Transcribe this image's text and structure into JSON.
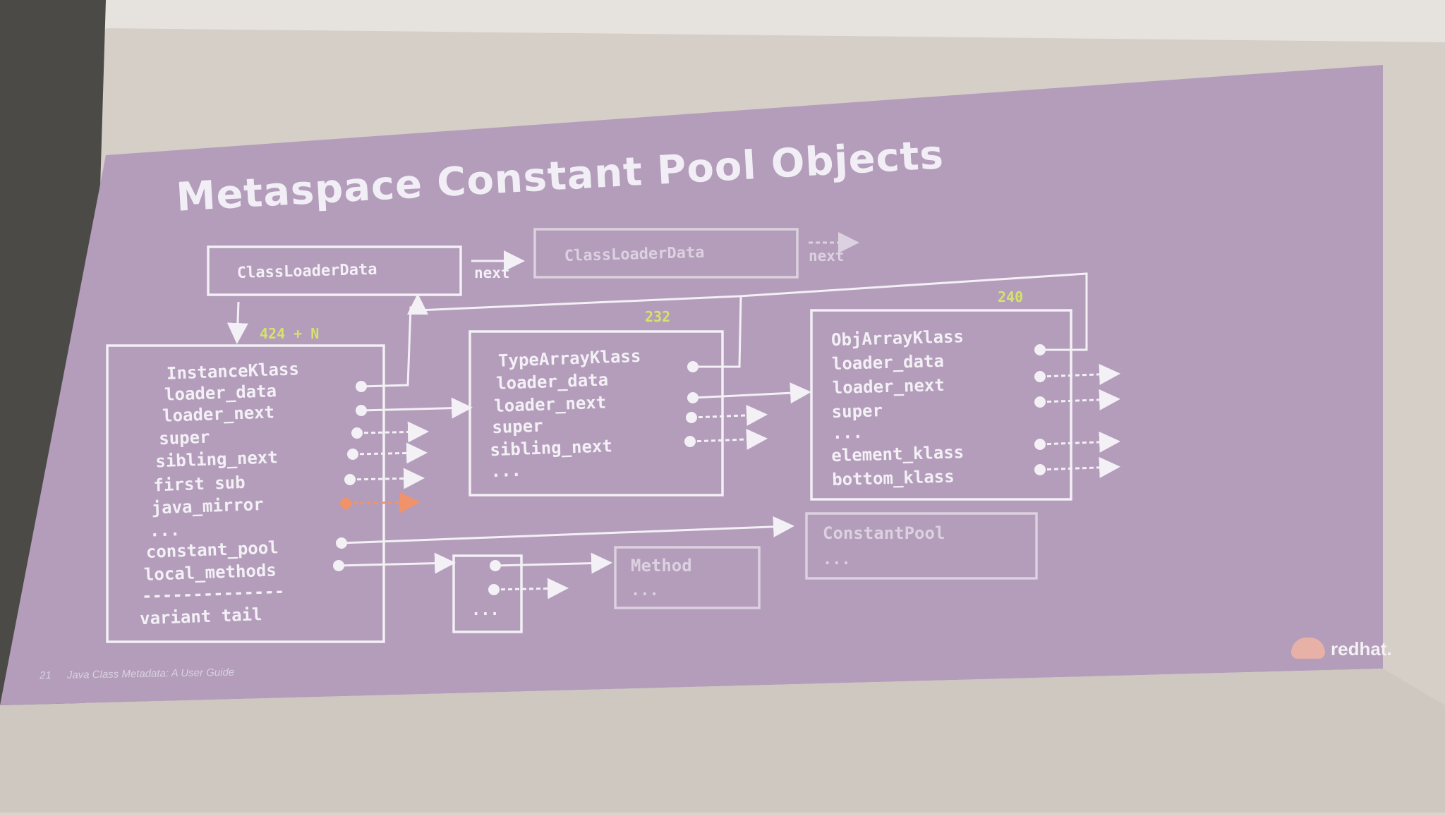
{
  "slide": {
    "title": "Metaspace Constant Pool Objects",
    "footer_page": "21",
    "footer_text": "Java Class Metadata: A User Guide",
    "brand": "redhat."
  },
  "diagram": {
    "cld_active": "ClassLoaderData",
    "cld_next": "ClassLoaderData",
    "next_label_1": "next",
    "next_label_2": "next",
    "size_instance": "424 + N",
    "size_typearray": "232",
    "size_objarray": "240",
    "instance_klass": {
      "name": "InstanceKlass",
      "fields": [
        "loader_data",
        "loader_next",
        "super",
        "sibling_next",
        "first sub",
        "java_mirror",
        "...",
        "constant_pool",
        "local_methods"
      ],
      "separator": "--------------",
      "tail": "variant tail"
    },
    "type_array_klass": {
      "name": "TypeArrayKlass",
      "fields": [
        "loader_data",
        "loader_next",
        "super",
        "sibling_next",
        "..."
      ]
    },
    "obj_array_klass": {
      "name": "ObjArrayKlass",
      "fields": [
        "loader_data",
        "loader_next",
        "super",
        "...",
        "element_klass",
        "bottom_klass"
      ]
    },
    "constant_pool": {
      "name": "ConstantPool",
      "ellipsis": "..."
    },
    "method": {
      "name": "Method",
      "ellipsis": "..."
    },
    "method_array": {
      "ellipsis": "..."
    }
  },
  "colors": {
    "slide_bg": "#b29bb6",
    "line": "#f3f0f6",
    "dim_line": "#dcd1e0",
    "size_label": "#d6e36a",
    "mirror_accent": "#f0936a"
  }
}
